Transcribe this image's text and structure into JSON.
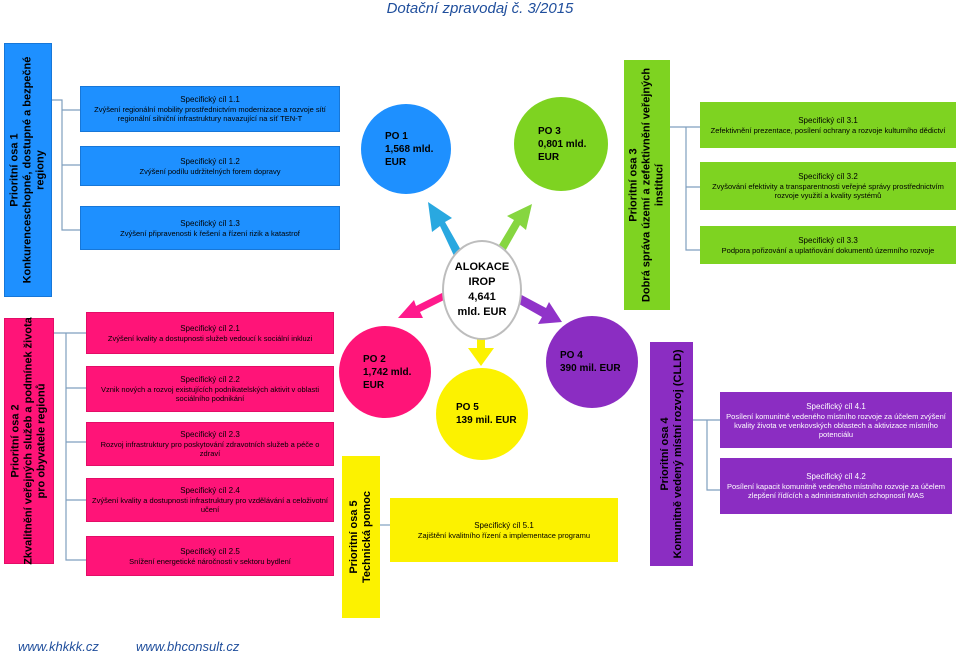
{
  "header": "Dotační zpravodaj č. 3/2015",
  "footer": [
    "www.khkkk.cz",
    "www.bhconsult.cz"
  ],
  "center": [
    "ALOKACE",
    "IROP",
    "4,641",
    "mld. EUR"
  ],
  "po": {
    "po1": [
      "PO 1",
      "1,568 mld.",
      "EUR"
    ],
    "po2": [
      "PO 2",
      "1,742 mld.",
      "EUR"
    ],
    "po3": [
      "PO 3",
      "0,801 mld.",
      "EUR"
    ],
    "po4": [
      "PO 4",
      "390 mil. EUR"
    ],
    "po5": [
      "PO 5",
      "139 mil. EUR"
    ]
  },
  "axes": {
    "a1": [
      "Prioritní osa 1",
      "Konkurenceschopné, dostupné a bezpečné",
      "regiony"
    ],
    "a2": [
      "Prioritní osa 2",
      "Zkvalitnění veřejných služeb a podmínek života",
      "pro obyvatele regionů"
    ],
    "a3": [
      "Prioritní osa 3",
      "Dobrá správa území a zefektivnění veřejných",
      "institucí"
    ],
    "a4": [
      "Prioritní osa 4",
      "Komunitně vedený místní rozvoj (CLLD)"
    ],
    "a5": [
      "Prioritní osa 5",
      "Technická pomoc"
    ]
  },
  "goals1": [
    {
      "title": "Specifický cíl 1.1",
      "text": "Zvýšení regionální mobility prostřednictvím modernizace a rozvoje sítí regionální silniční infrastruktury navazující na síť TEN-T"
    },
    {
      "title": "Specifický cíl 1.2",
      "text": "Zvýšení podílu udržitelných forem dopravy"
    },
    {
      "title": "Specifický cíl 1.3",
      "text": "Zvýšení připravenosti k řešení a řízení rizik a katastrof"
    }
  ],
  "goals2": [
    {
      "title": "Specifický cíl 2.1",
      "text": "Zvýšení kvality a dostupnosti služeb vedoucí k sociální inkluzi"
    },
    {
      "title": "Specifický cíl 2.2",
      "text": "Vznik nových a rozvoj existujících podnikatelských aktivit v oblasti sociálního podnikání"
    },
    {
      "title": "Specifický cíl 2.3",
      "text": "Rozvoj infrastruktury pro poskytování zdravotních služeb a péče o zdraví"
    },
    {
      "title": "Specifický cíl 2.4",
      "text": "Zvýšení kvality a dostupnosti infrastruktury pro vzdělávání a celoživotní učení"
    },
    {
      "title": "Specifický cíl 2.5",
      "text": "Snížení energetické náročnosti v sektoru bydlení"
    }
  ],
  "goals3": [
    {
      "title": "Specifický cíl 3.1",
      "text": "Zefektivnění prezentace, posílení ochrany a rozvoje kulturního dědictví"
    },
    {
      "title": "Specifický cíl 3.2",
      "text": "Zvyšování efektivity a transparentnosti veřejné správy prostřednictvím rozvoje využití a kvality systémů"
    },
    {
      "title": "Specifický cíl 3.3",
      "text": "Podpora pořizování a uplatňování dokumentů územního rozvoje"
    }
  ],
  "goals4": [
    {
      "title": "Specifický cíl 4.1",
      "text": "Posílení komunitně vedeného místního rozvoje za účelem zvýšení kvality života ve venkovských oblastech a aktivizace místního potenciálu"
    },
    {
      "title": "Specifický cíl 4.2",
      "text": "Posílení kapacit komunitně vedeného místního rozvoje za účelem zlepšení řídících a administrativních schopností MAS"
    }
  ],
  "goals5": [
    {
      "title": "Specifický cíl 5.1",
      "text": "Zajištění kvalitního řízení a implementace programu"
    }
  ],
  "colors": {
    "blue": "#1e90ff",
    "pink": "#ff1478",
    "green": "#7ed321",
    "purple": "#8b2dc2",
    "yellow": "#fcf200"
  }
}
